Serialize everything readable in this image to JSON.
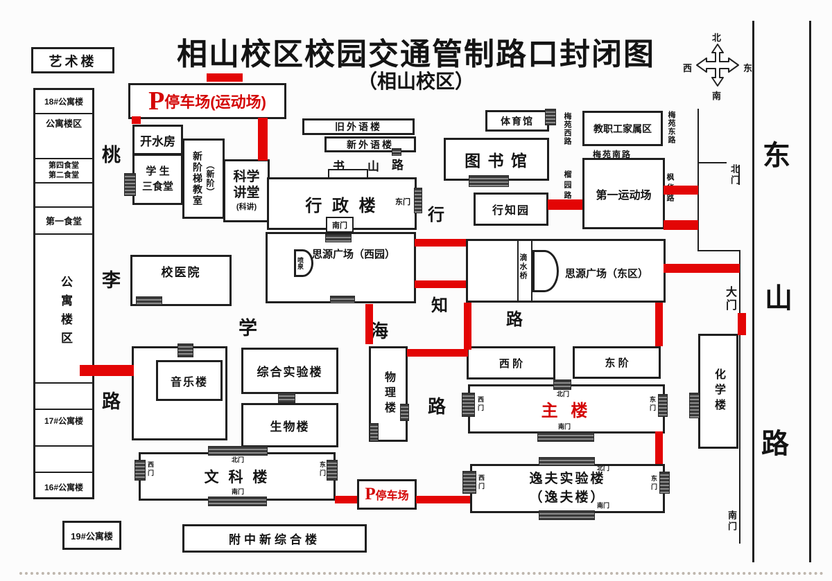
{
  "title": {
    "main": "相山校区校园交通管制路口封闭图",
    "sub": "（相山校区）"
  },
  "compass": {
    "n": "北",
    "s": "南",
    "e": "东",
    "w": "西"
  },
  "buildings": {
    "art": "艺术楼",
    "apt18": "18#公寓楼",
    "apt_area": "公寓楼区",
    "canteen42": "第四食堂\n第二食堂",
    "canteen1": "第一食堂",
    "apt_area_v": "公寓楼区",
    "apt17": "17#公寓楼",
    "apt16": "16#公寓楼",
    "apt19": "19#公寓楼",
    "boiler": "开水房",
    "student_canteen": "学 生\n三食堂",
    "new_stairs": "新阶梯教室",
    "new_stairs_alias": "（新阶）",
    "science_hall": "科学\n讲堂",
    "science_alias": "(科讲)",
    "old_foreign": "旧外语楼",
    "new_foreign": "新外语楼",
    "admin": "行 政 楼",
    "gym": "体育馆",
    "library": "图 书 馆",
    "staff_housing": "教职工家属区",
    "xingzhi_garden": "行知园",
    "playground1": "第一运动场",
    "siyuan_west": "思源广场（西园）",
    "fountain": "喷泉",
    "siyuan_east": "思源广场（东区）",
    "dripping_bridge": "滴水桥",
    "hospital": "校医院",
    "music": "音乐楼",
    "comp_lab": "综合实验楼",
    "biology": "生物楼",
    "physics": "物理楼",
    "west_steps": "西 阶",
    "east_steps": "东 阶",
    "main_building": "主 楼",
    "chemistry": "化学楼",
    "liberal_arts": "文 科 楼",
    "yifu": "逸夫实验楼\n（逸夫楼）",
    "affiliated": "附中新综合楼"
  },
  "parking": {
    "p": "P",
    "stadium": "停车场(运动场)",
    "south": "停车场"
  },
  "roads": {
    "taoli": [
      "桃",
      "李",
      "路"
    ],
    "shushan": [
      "书",
      "山",
      "路"
    ],
    "xuehai": [
      "学",
      "海",
      "路"
    ],
    "xingzhi": [
      "行",
      "知",
      "路"
    ],
    "dongshan": [
      "东",
      "山",
      "路"
    ],
    "meiyuan_west": "梅苑西路",
    "meiyuan_east": "梅苑东路",
    "meiyuan_south": "梅苑南路",
    "liuyuan": "榴园路",
    "fenghua": "枫华路"
  },
  "gates": {
    "north": "北门",
    "south": "南门",
    "east": "东门",
    "west": "西门",
    "main_gate": "大门"
  },
  "colors": {
    "closure_red": "#e30505",
    "red_text": "#d40505",
    "line_black": "#1f1f1f"
  }
}
